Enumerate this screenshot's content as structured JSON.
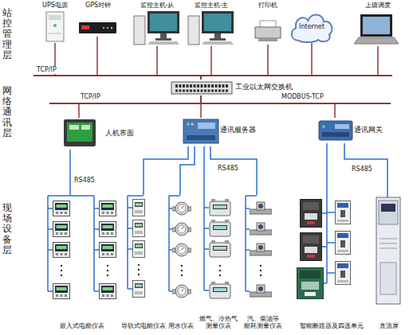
{
  "diagram": {
    "nodes": [
      {
        "text": [
          "UPS电源"
        ]
      },
      {
        "text": [
          "GPS对钟"
        ]
      },
      {
        "text": [
          "监控主机-从"
        ]
      },
      {
        "text": [
          "监控主机-主"
        ]
      },
      {
        "text": [
          "打印机"
        ]
      },
      {
        "text": [
          "Internet"
        ]
      },
      {
        "text": [
          "上级调度"
        ]
      },
      {
        "text": [
          "工业以太网交换机"
        ]
      },
      {
        "text": [
          "人机界面"
        ]
      },
      {
        "text": [
          "通讯服务器"
        ]
      },
      {
        "text": [
          "通讯网关"
        ]
      },
      {
        "text": [
          "嵌入式电能仪表"
        ]
      },
      {
        "text": [
          "导轨式电能仪表"
        ]
      },
      {
        "text": [
          "用水仪表"
        ]
      },
      {
        "text": [
          "燃气、冷热气 测量仪表"
        ]
      },
      {
        "text": [
          "汽、柴油等 能耗测量仪表"
        ]
      },
      {
        "text": [
          "智能断路器及四遥单元"
        ]
      },
      {
        "text": [
          "直流屏"
        ]
      }
    ],
    "edges": [
      {
        "from": 0,
        "to": 7,
        "arrow": "none"
      },
      {
        "from": 1,
        "to": 7,
        "arrow": "none"
      },
      {
        "from": 2,
        "to": 7,
        "arrow": "none"
      },
      {
        "from": 3,
        "to": 7,
        "arrow": "none"
      },
      {
        "from": 4,
        "to": 7,
        "arrow": "none"
      },
      {
        "from": 5,
        "to": 7,
        "arrow": "none"
      },
      {
        "from": 6,
        "to": 7,
        "arrow": "none"
      },
      {
        "from": 7,
        "to": 8,
        "arrow": "none"
      },
      {
        "from": 7,
        "to": 9,
        "arrow": "none"
      },
      {
        "from": 7,
        "to": 10,
        "arrow": "none"
      },
      {
        "from": 8,
        "to": 11,
        "arrow": "none"
      },
      {
        "from": 9,
        "to": 12,
        "arrow": "none"
      },
      {
        "from": 9,
        "to": 13,
        "arrow": "none"
      },
      {
        "from": 9,
        "to": 14,
        "arrow": "none"
      },
      {
        "from": 9,
        "to": 15,
        "arrow": "none"
      },
      {
        "from": 10,
        "to": 16,
        "arrow": "none"
      },
      {
        "from": 10,
        "to": 17,
        "arrow": "none"
      }
    ],
    "labels": [
      "站控管理层",
      "网络通讯层",
      "现场设备层",
      "TCP/IP",
      "TCP/IP",
      "MODBUS-TCP",
      "RS485",
      "RS485",
      "RS485"
    ]
  }
}
